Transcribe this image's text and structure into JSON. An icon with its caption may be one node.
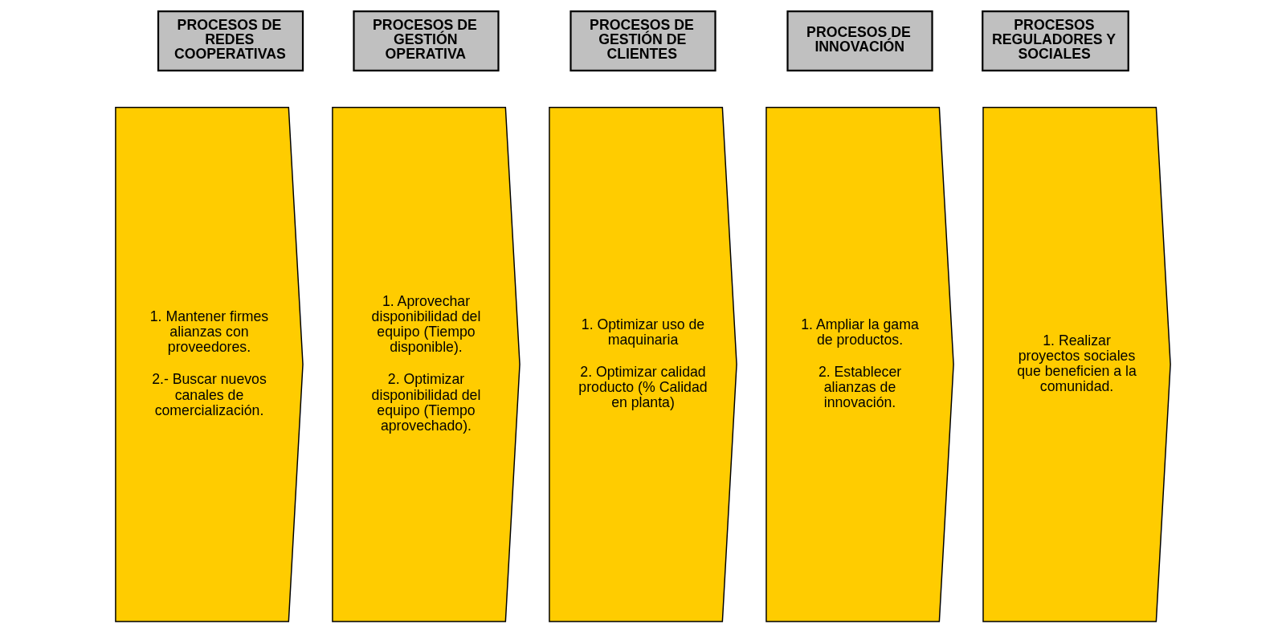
{
  "diagram": {
    "nodes": [
      {
        "text": [
          "PROCESOS DE REDES COOPERATIVAS"
        ]
      },
      {
        "text": [
          "PROCESOS DE GESTIÓN OPERATIVA"
        ]
      },
      {
        "text": [
          "PROCESOS DE GESTIÓN DE CLIENTES"
        ]
      },
      {
        "text": [
          "PROCESOS DE INNOVACIÓN"
        ]
      },
      {
        "text": [
          "PROCESOS REGULADORES Y SOCIALES"
        ]
      },
      {
        "text": [
          "1. Mantener firmes alianzas con proveedores.",
          "2.- Buscar nuevos canales de comercialización."
        ]
      },
      {
        "text": [
          "1. Aprovechar disponibilidad del equipo (Tiempo disponible).",
          "2. Optimizar disponibilidad del equipo (Tiempo aprovechado)."
        ]
      },
      {
        "text": [
          "1. Optimizar uso de maquinaria",
          "2. Optimizar calidad producto (% Calidad en planta)"
        ]
      },
      {
        "text": [
          "1. Ampliar la gama de productos.",
          "2. Establecer alianzas de innovación."
        ]
      },
      {
        "text": [
          "1. Realizar proyectos sociales que beneficien a la comunidad."
        ]
      }
    ]
  }
}
